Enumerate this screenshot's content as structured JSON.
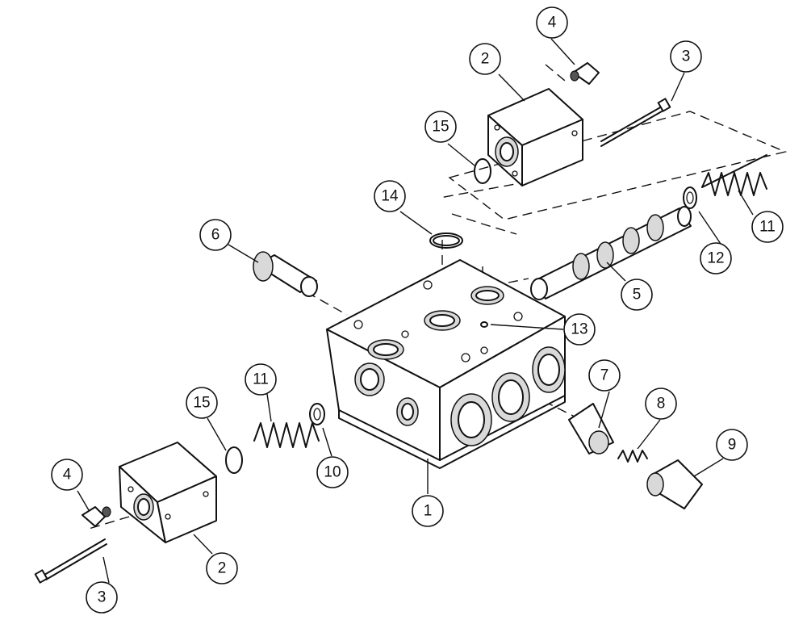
{
  "callouts": {
    "c1": "1",
    "c2_top": "2",
    "c2_bottom": "2",
    "c3_top": "3",
    "c3_bottom": "3",
    "c4_top": "4",
    "c4_bottom": "4",
    "c5": "5",
    "c6": "6",
    "c7": "7",
    "c8": "8",
    "c9": "9",
    "c10": "10",
    "c11_right": "11",
    "c11_left": "11",
    "c12": "12",
    "c13": "13",
    "c14": "14",
    "c15_top": "15",
    "c15_bottom": "15"
  }
}
